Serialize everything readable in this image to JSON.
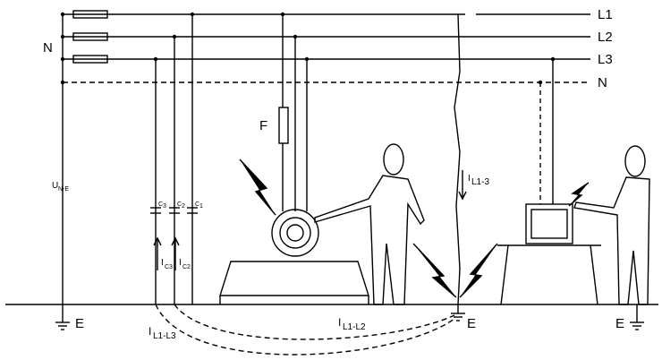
{
  "lines": {
    "l1": "L1",
    "l2": "L2",
    "l3": "L3",
    "n": "N",
    "n_left": "N"
  },
  "labels": {
    "fuse": "F",
    "voltage_main": "U",
    "voltage_sub": "N-E",
    "earth_left": "E",
    "earth_mid": "E",
    "earth_right": "E"
  },
  "capacitors": {
    "c3": "C",
    "c3_sub": "3",
    "c2": "C",
    "c2_sub": "2",
    "c1": "C",
    "c1_sub": "1"
  },
  "currents": {
    "ic3_main": "I",
    "ic3_sub": "C3",
    "ic2_main": "I",
    "ic2_sub": "C2",
    "il13_main": "I",
    "il13_sub": "L1-3",
    "il1l3_main": "I",
    "il1l3_sub": "L1-L3",
    "il1l2_main": "I",
    "il1l2_sub": "L1-L2"
  }
}
